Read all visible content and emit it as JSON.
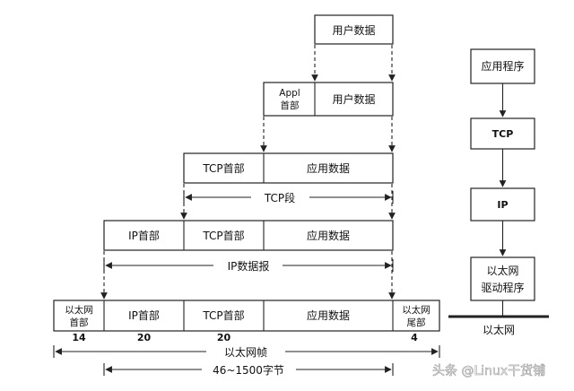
{
  "user_data_top": "用户数据",
  "appl_header": [
    "Appl",
    "首部"
  ],
  "user_data_2": "用户数据",
  "tcp_header_1": "TCP首部",
  "app_data_1": "应用数据",
  "tcp_segment": "TCP段",
  "ip_header_1": "IP首部",
  "tcp_header_2": "TCP首部",
  "app_data_2": "应用数据",
  "ip_datagram": "IP数据报",
  "eth_header": [
    "以太网",
    "首部"
  ],
  "ip_header_2": "IP首部",
  "tcp_header_3": "TCP首部",
  "app_data_3": "应用数据",
  "eth_trailer": [
    "以太网",
    "尾部"
  ],
  "size_eth_header": "14",
  "size_ip_header": "20",
  "size_tcp_header": "20",
  "size_eth_trailer": "4",
  "eth_frame": "以太网帧",
  "payload_range": "46~1500字节",
  "stack": {
    "app": "应用程序",
    "tcp": "TCP",
    "ip": "IP",
    "driver": [
      "以太网",
      "驱动程序"
    ],
    "ethernet": "以太网"
  },
  "watermark": "头条 @Linux干货铺"
}
